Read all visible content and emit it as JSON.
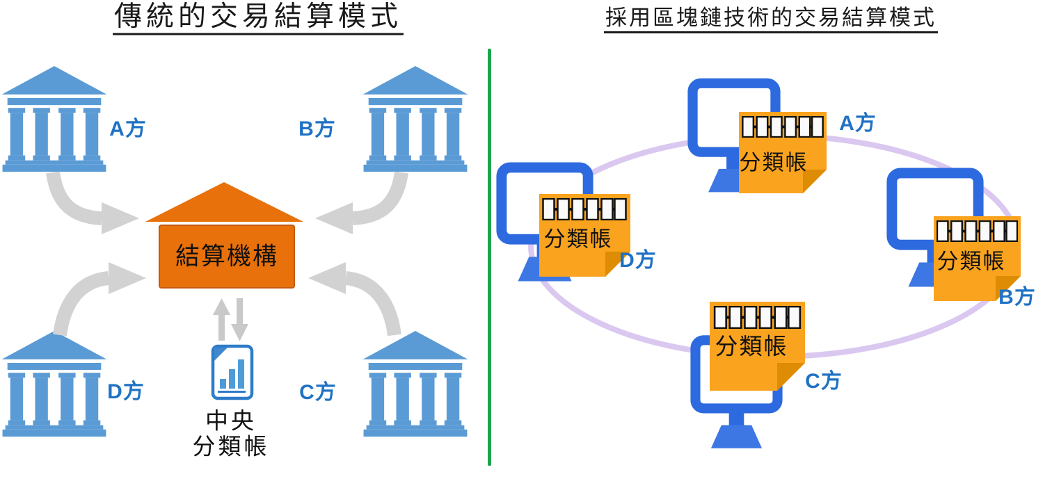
{
  "left_panel": {
    "title": "傳統的交易結算模式",
    "banks": [
      {
        "id": "A",
        "label": "A方"
      },
      {
        "id": "B",
        "label": "B方"
      },
      {
        "id": "D",
        "label": "D方"
      },
      {
        "id": "C",
        "label": "C方"
      }
    ],
    "hub": {
      "label": "結算機構"
    },
    "central_ledger": {
      "line1": "中央",
      "line2": "分類帳"
    }
  },
  "right_panel": {
    "title": "採用區塊鏈技術的交易結算模式",
    "nodes": [
      {
        "id": "A",
        "party_label": "A方",
        "ledger_label": "分類帳"
      },
      {
        "id": "D",
        "party_label": "D方",
        "ledger_label": "分類帳"
      },
      {
        "id": "B",
        "party_label": "B方",
        "ledger_label": "分類帳"
      },
      {
        "id": "C",
        "party_label": "C方",
        "ledger_label": "分類帳"
      }
    ]
  },
  "colors": {
    "bank_blue": "#5B9BD5",
    "party_label_blue": "#1F72C4",
    "hub_orange": "#E8710B",
    "arrow_gray": "#D2D2D2",
    "document_blue": "#2E7BC9",
    "divider_green": "#1CA44C",
    "monitor_blue": "#2E6ADF",
    "note_orange": "#F9A31F",
    "note_fold_orange": "#DE8C04",
    "ring_lavender": "#DAC8F0"
  }
}
